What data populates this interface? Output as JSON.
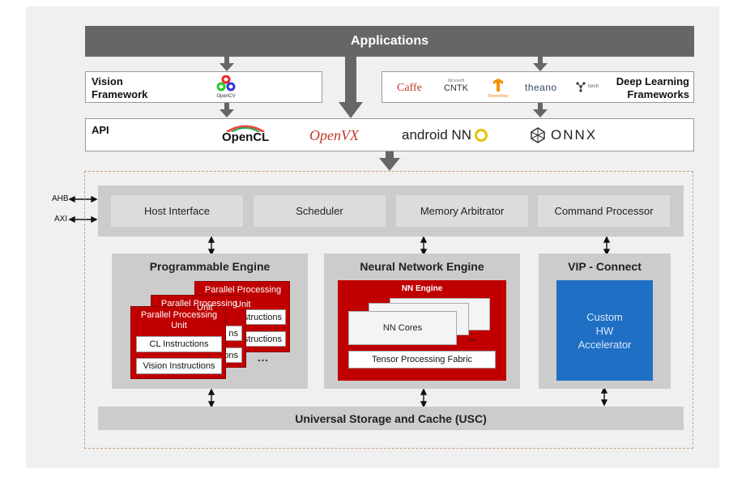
{
  "applications": "Applications",
  "vision": {
    "line1": "Vision",
    "line2": "Framework",
    "opencv_logo": "OpenCV"
  },
  "deep_learning": {
    "line1": "Deep Learning",
    "line2": "Frameworks",
    "logos": [
      "Caffe",
      "CNTK",
      "TensorFlow",
      "theano",
      "torch"
    ],
    "cntk_small": "Microsoft"
  },
  "api": {
    "label": "API",
    "opencl": "OpenCL",
    "openvx": "OpenVX",
    "android_nn": "android NN",
    "onnx": "ONNX"
  },
  "bus": {
    "ahb": "AHB",
    "axi": "AXI"
  },
  "control": {
    "host_interface": "Host Interface",
    "scheduler": "Scheduler",
    "memory_arbitrator": "Memory Arbitrator",
    "command_processor": "Command Processor"
  },
  "programmable_engine": {
    "title": "Programmable Engine",
    "ppu_title_back": "Parallel Processing",
    "ppu_title_back2": "Unit",
    "ppu_title_mid": "Parallel Processing",
    "ppu_title_mid2": "Unit",
    "ppu_title_front1": "Parallel Processing",
    "ppu_title_front2": "Unit",
    "back_instr1": "Instructions",
    "back_instr2": "Instructions",
    "mid_instr1": "ns",
    "mid_instr2": "ons",
    "cl_instructions": "CL Instructions",
    "vision_instructions": "Vision Instructions",
    "ellipsis": "..."
  },
  "nn_engine": {
    "title": "Neural Network Engine",
    "inner_title": "NN Engine",
    "nn_cores": "NN Cores",
    "ellipsis": "...",
    "fabric": "Tensor Processing Fabric"
  },
  "vip": {
    "title": "VIP - Connect",
    "accel_line1": "Custom",
    "accel_line2": "HW",
    "accel_line3": "Accelerator"
  },
  "usc": "Universal Storage and Cache (USC)",
  "colors": {
    "applications_bar": "#666666",
    "red": "#c00000",
    "accelerator_blue": "#1f6fc5",
    "dashed_border": "#c8a080"
  }
}
